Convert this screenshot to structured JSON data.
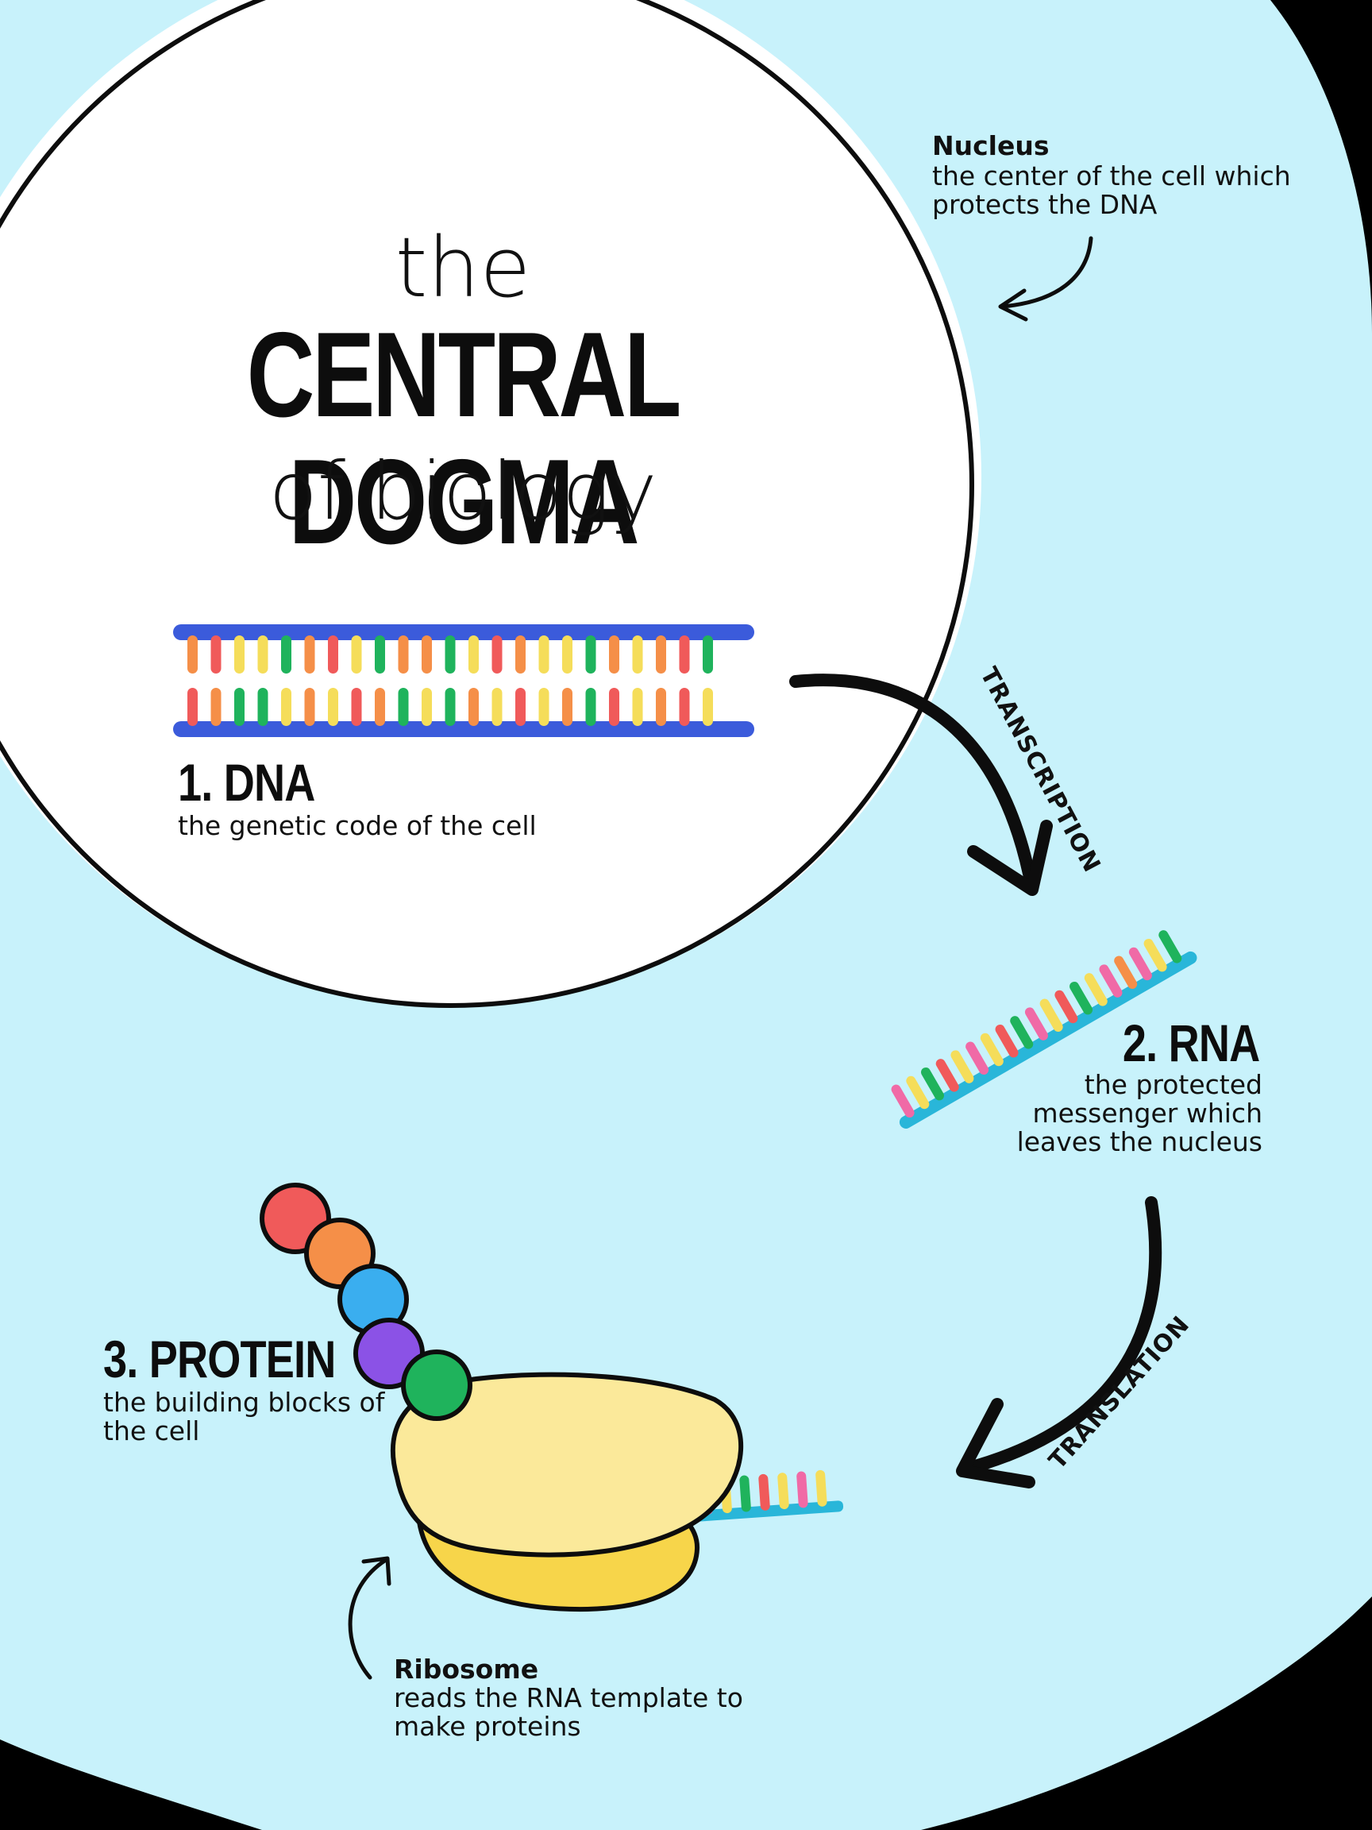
{
  "title": {
    "line1": "the",
    "line2": "CENTRAL DOGMA",
    "line3": "of biology"
  },
  "nucleus_note": {
    "title": "Nucleus",
    "body": "the center of the cell which protects the DNA"
  },
  "steps": {
    "dna": {
      "heading": "1. DNA",
      "description": "the genetic code of the cell"
    },
    "rna": {
      "heading": "2. RNA",
      "description": "the protected messenger which leaves the nucleus"
    },
    "protein": {
      "heading": "3. PROTEIN",
      "description": "the building blocks of the cell"
    }
  },
  "processes": {
    "transcription": "TRANSCRIPTION",
    "translation": "TRANSLATION"
  },
  "ribosome_note": {
    "title": "Ribosome",
    "body": "reads the RNA template to make proteins"
  },
  "colors": {
    "background": "#000000",
    "cytoplasm": "#c8f2fb",
    "nucleus": "#ffffff",
    "dna_backbone": "#3b5bdb",
    "rna_backbone": "#29b6d9",
    "ribosome_large": "#fbe99a",
    "ribosome_small": "#f7d54a",
    "ink": "#0d0d0d",
    "bases": [
      "#f05a5a",
      "#f58f48",
      "#f5dd5a",
      "#1fb35c",
      "#f06aa6"
    ],
    "amino_acids": [
      "#f05a5a",
      "#f58f48",
      "#3aaeef",
      "#8b52e6",
      "#1fb35c"
    ]
  },
  "dna_bases": {
    "top": [
      1,
      0,
      2,
      2,
      3,
      1,
      0,
      2,
      3,
      1,
      1,
      3,
      2,
      0,
      1,
      2,
      2,
      3,
      1,
      2,
      1,
      0,
      3
    ],
    "bottom": [
      0,
      1,
      3,
      3,
      2,
      1,
      2,
      0,
      1,
      3,
      2,
      3,
      1,
      2,
      0,
      2,
      1,
      3,
      0,
      2,
      1,
      0,
      2
    ]
  },
  "rna_bases": [
    4,
    2,
    3,
    0,
    2,
    4,
    2,
    0,
    3,
    4,
    2,
    0,
    3,
    2,
    4,
    1,
    4,
    2,
    3
  ],
  "ribosome_rna_bases": [
    0,
    4,
    2,
    3,
    0,
    2,
    4,
    2
  ]
}
